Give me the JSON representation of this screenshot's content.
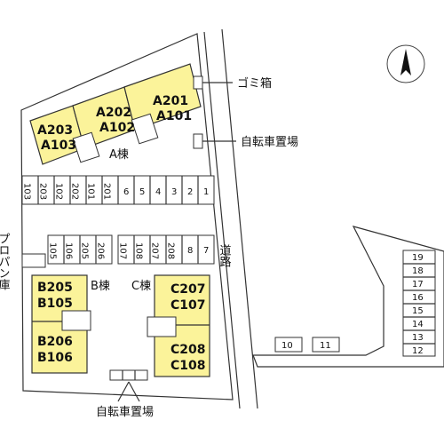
{
  "labels": {
    "garbage": "ゴミ箱",
    "bicycle_east": "自転車置場",
    "bicycle_south": "自転車置場",
    "road": "道路",
    "propane": "プロパン庫",
    "building_a": "A棟",
    "building_b": "B棟",
    "building_c": "C棟"
  },
  "units": {
    "a203": "A203",
    "a103": "A103",
    "a202": "A202",
    "a102": "A102",
    "a201": "A201",
    "a101": "A101",
    "b205": "B205",
    "b105": "B105",
    "b206": "B206",
    "b106": "B106",
    "c207": "C207",
    "c107": "C107",
    "c208": "C208",
    "c108": "C108"
  },
  "parking": {
    "row1": [
      "103",
      "203",
      "102",
      "202",
      "101",
      "201",
      "6",
      "5",
      "4",
      "3",
      "2",
      "1"
    ],
    "row2_left": [
      "105",
      "106",
      "205",
      "206"
    ],
    "row2_right": [
      "107",
      "108",
      "207",
      "208",
      "8",
      "7"
    ],
    "east_column": [
      "19",
      "18",
      "17",
      "16",
      "15",
      "14",
      "13",
      "12"
    ],
    "bottom": [
      "10",
      "11"
    ]
  }
}
